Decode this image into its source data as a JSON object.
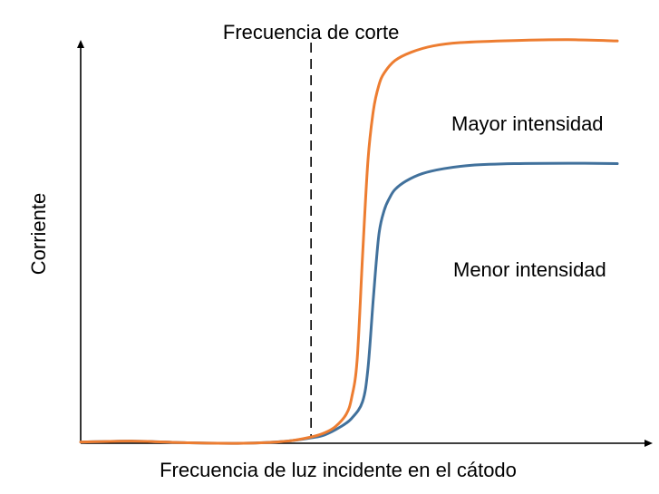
{
  "chart_data": {
    "type": "line",
    "title": "",
    "xlabel": "Frecuencia de luz incidente en el cátodo",
    "ylabel": "Corriente",
    "xlim": [
      0,
      100
    ],
    "ylim": [
      0,
      100
    ],
    "grid": false,
    "legend": "inline labels next to curves",
    "annotations": [
      {
        "text": "Frecuencia de corte",
        "x": 42.5,
        "style": "dashed vertical line"
      }
    ],
    "series": [
      {
        "name": "Mayor intensidad",
        "color": "#ED7D31",
        "x": [
          0,
          10,
          20,
          30,
          38,
          42.5,
          45,
          47,
          49,
          50,
          51,
          52,
          53,
          54,
          55,
          56,
          58,
          61,
          65,
          70,
          80,
          90,
          99
        ],
        "y": [
          0.3,
          0.5,
          0.1,
          0.0,
          0.5,
          1.5,
          2.5,
          4,
          7,
          11,
          20,
          45,
          68,
          80,
          86,
          89,
          92,
          94,
          95.5,
          96.3,
          96.8,
          97,
          96.7
        ]
      },
      {
        "name": "Menor intensidad",
        "color": "#41719C",
        "x": [
          0,
          10,
          20,
          30,
          38,
          42.5,
          45,
          48,
          50,
          52,
          53,
          54,
          55,
          56,
          57,
          58,
          60,
          63,
          67,
          72,
          80,
          90,
          99
        ],
        "y": [
          0.3,
          0.5,
          0.1,
          0.0,
          0.5,
          1.3,
          2,
          4,
          6,
          10,
          18,
          35,
          50,
          56,
          59,
          61,
          63,
          64.8,
          66,
          66.8,
          67.2,
          67.3,
          67.2
        ]
      }
    ]
  }
}
